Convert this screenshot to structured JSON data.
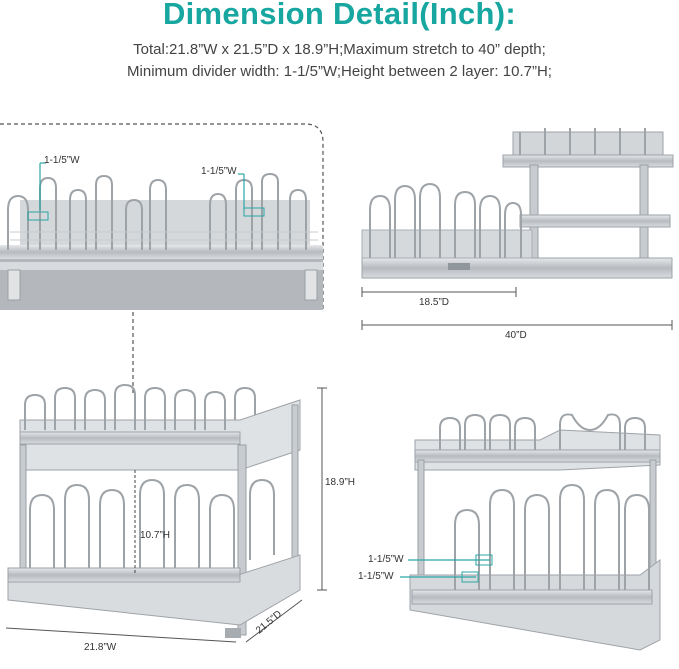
{
  "title": "Dimension Detail(Inch):",
  "spec_line_1": "Total:21.8”W x 21.5”D x 18.9”H;Maximum stretch to 40” depth;",
  "spec_line_2": "Minimum divider width: 1-1/5”W;Height between 2 layer: 10.7”H;",
  "callouts": {
    "zoom_left_divider": "1-1/5”W",
    "zoom_right_divider": "1-1/5”W",
    "side_depth_short": "18.5”D",
    "side_depth_full": "40”D",
    "front_height_total": "18.9”H",
    "front_height_layer": "10.7”H",
    "front_width": "21.8”W",
    "front_depth": "21.5”D",
    "back_divider_upper": "1-1/5”W",
    "back_divider_lower": "1-1/5”W"
  },
  "colors": {
    "title": "#17a6a0",
    "callout_line": "#2aa6a6",
    "metal": "#a9adb2",
    "dim_line": "#555555"
  }
}
